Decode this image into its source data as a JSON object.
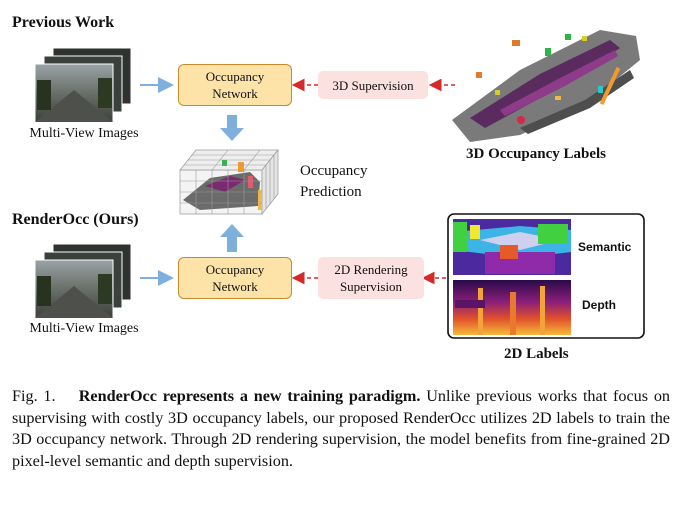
{
  "top": {
    "title": "Previous Work",
    "images_label": "Multi-View Images",
    "network_label": "Occupancy Network",
    "supervision_label": "3D Supervision",
    "labels_caption": "3D Occupancy Labels"
  },
  "middle": {
    "prediction_label": "Occupancy Prediction"
  },
  "bottom": {
    "title": "RenderOcc (Ours)",
    "images_label": "Multi-View Images",
    "network_label": "Occupancy Network",
    "supervision_label": "2D Rendering Supervision",
    "semantic_label": "Semantic",
    "depth_label": "Depth",
    "labels_caption": "2D Labels"
  },
  "caption": {
    "fig_label": "Fig. 1.",
    "bold_text": "RenderOcc represents a new training paradigm.",
    "body": "Unlike previous works that focus on supervising with costly 3D occupancy labels, our proposed RenderOcc utilizes 2D labels to train the 3D occupancy network. Through 2D rendering supervision, the model benefits from fine-grained 2D pixel-level semantic and depth supervision."
  },
  "colors": {
    "network_fill": "#fde3a8",
    "network_border": "#c98a2e",
    "supervision_fill": "#fbe2e0",
    "arrow_blue": "#7fb0dc",
    "arrow_red": "#d42a2a"
  }
}
